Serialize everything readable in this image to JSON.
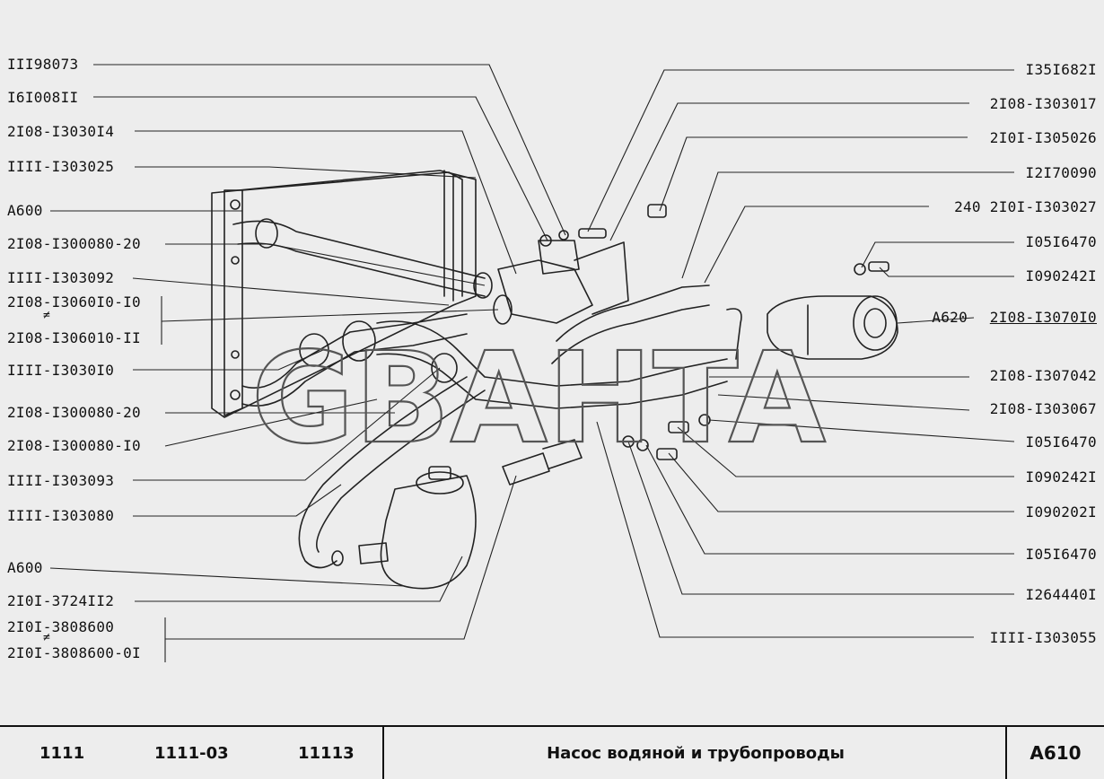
{
  "left_labels": [
    "III98073",
    "I6I008II",
    "2I08-I3030I4",
    "IIII-I303025",
    "A600",
    "2I08-I300080-20",
    "IIII-I303092",
    "2I08-I3060I0-I0",
    "2I08-I306010-II",
    "IIII-I3030I0",
    "2I08-I300080-20",
    "2I08-I300080-I0",
    "IIII-I303093",
    "IIII-I303080",
    "A600",
    "2I0I-3724II2",
    "2I0I-3808600",
    "2I0I-3808600-0I"
  ],
  "right_labels": [
    "I35I682I",
    "2I08-I303017",
    "2I0I-I305026",
    "I2I70090",
    "240 2I0I-I303027",
    "I05I6470",
    "I090242I",
    "A620",
    "2I08-I3070I0",
    "2I08-I307042",
    "2I08-I303067",
    "I05I6470",
    "I090242I",
    "I090202I",
    "I05I6470",
    "I264440I",
    "IIII-I303055"
  ],
  "watermark": "GBAHTA",
  "footer": {
    "models": [
      "1111",
      "1111-03",
      "11113"
    ],
    "title": "Насос водяной и трубопроводы",
    "code": "A610"
  }
}
